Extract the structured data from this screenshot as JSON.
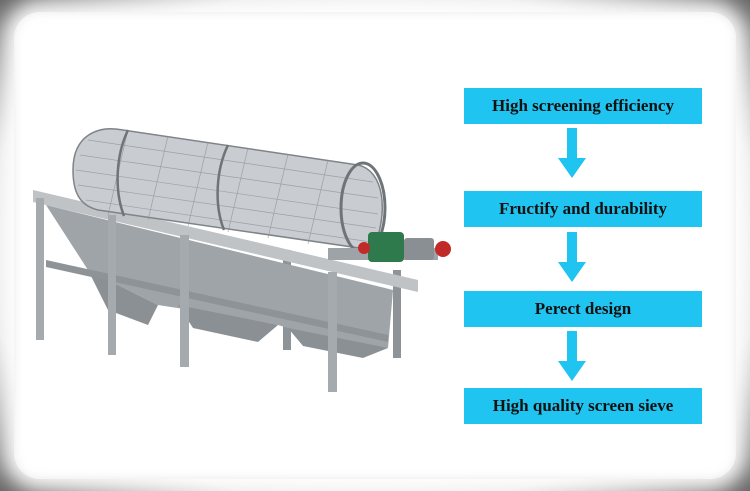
{
  "steps": [
    {
      "label": "High screening efficiency"
    },
    {
      "label": "Fructify and durability"
    },
    {
      "label": "Perect design"
    },
    {
      "label": "High quality screen sieve"
    }
  ],
  "colors": {
    "box": "#1fc4f0",
    "arrow": "#1fc4f0",
    "machine": "#a9adb1"
  }
}
